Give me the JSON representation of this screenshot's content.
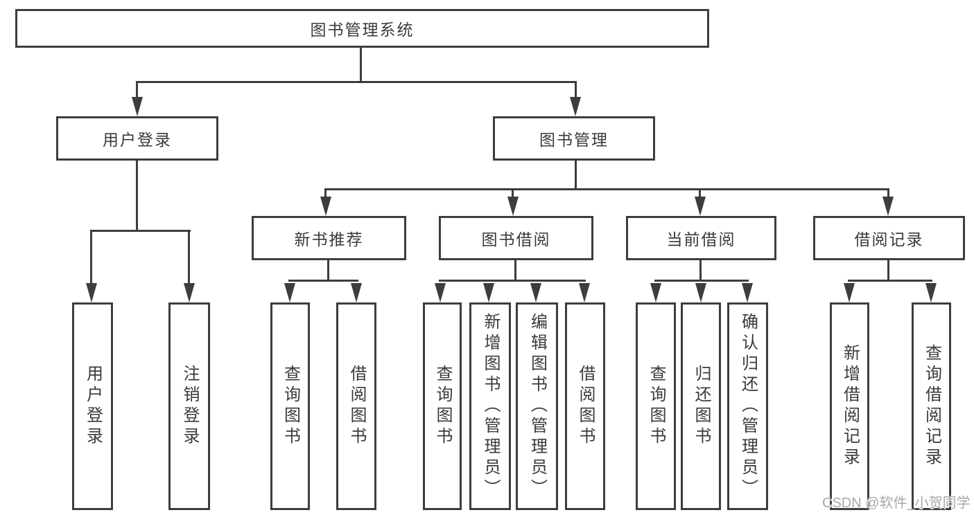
{
  "diagram": {
    "root": {
      "label": "图书管理系统"
    },
    "level1": {
      "user_login": "用户登录",
      "book_mgmt": "图书管理"
    },
    "level2": {
      "new_book": "新书推荐",
      "book_borrow": "图书借阅",
      "current_borrow": "当前借阅",
      "borrow_records": "借阅记录"
    },
    "leaves": {
      "login": [
        "用户登录",
        "注销登录"
      ],
      "new_book": [
        "查询图书",
        "借阅图书"
      ],
      "book_borrow": [
        "查询图书",
        "新增图书（管理员）",
        "编辑图书（管理员）",
        "借阅图书"
      ],
      "current_borrow": [
        "查询图书",
        "归还图书",
        "确认归还（管理员）"
      ],
      "borrow_records": [
        "新增借阅记录",
        "查询借阅记录"
      ]
    }
  },
  "watermark": {
    "text": "CSDN @软件_小贺同学"
  },
  "colors": {
    "line": "#3d3d3d",
    "text": "#3a3a3a",
    "background": "#ffffff",
    "watermark": "#a8a8a8"
  }
}
